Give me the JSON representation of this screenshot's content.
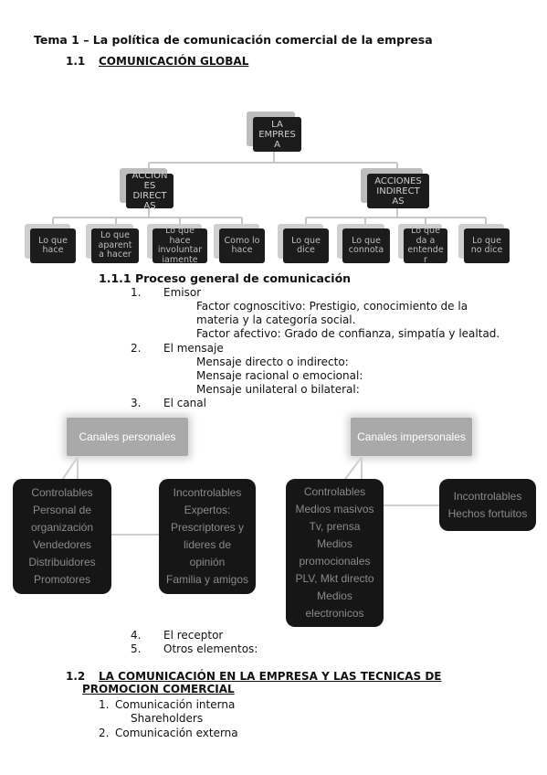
{
  "title": "Tema 1 – La política de comunicación comercial de la empresa",
  "section_1_1": {
    "num": "1.1",
    "text": "COMUNICACIÓN GLOBAL"
  },
  "org_chart": {
    "root": [
      "LA",
      "EMPRES",
      "A"
    ],
    "left": [
      "ACCION",
      "ES",
      "DIRECT",
      "AS"
    ],
    "right": [
      "ACCIONES",
      "INDIRECT",
      "AS"
    ],
    "left_children": [
      [
        "Lo que",
        "hace"
      ],
      [
        "Lo que",
        "aparent",
        "a hacer"
      ],
      [
        "Lo que",
        "hace",
        "involuntar",
        "iamente"
      ],
      [
        "Como lo",
        "hace"
      ]
    ],
    "right_children": [
      [
        "Lo que",
        "dice"
      ],
      [
        "Lo que",
        "connota"
      ],
      [
        "Lo que",
        "da a",
        "entende",
        "r"
      ],
      [
        "Lo que",
        "no dice"
      ]
    ]
  },
  "subsection_1_1_1": "1.1.1 Proceso general de comunicación",
  "process": {
    "item1": {
      "n": "1.",
      "label": "Emisor"
    },
    "item1_lines": [
      "Factor cognoscitivo: Prestigio, conocimiento de la",
      "materia y la categoría social.",
      "Factor afectivo: Grado de confianza, simpatía y lealtad."
    ],
    "item2": {
      "n": "2.",
      "label": "El mensaje"
    },
    "item2_lines": [
      "Mensaje directo o indirecto:",
      "Mensaje racional o emocional:",
      "Mensaje unilateral o bilateral:"
    ],
    "item3": {
      "n": "3.",
      "label": "El canal"
    },
    "item4": {
      "n": "4.",
      "label": "El receptor"
    },
    "item5": {
      "n": "5.",
      "label": "Otros elementos:"
    }
  },
  "channels": {
    "personal_header": "Canales personales",
    "impersonal_header": "Canales impersonales",
    "personal_controlables": [
      "Controlables",
      "Personal de",
      "organización",
      "Vendedores",
      "Distribuidores",
      "Promotores"
    ],
    "personal_incontrolables": [
      "Incontrolables",
      "Expertos:",
      "Prescriptores y",
      "lideres de",
      "opinión",
      "Familia y amigos"
    ],
    "impersonal_controlables": [
      "Controlables",
      "Medios masivos",
      "Tv, prensa",
      "Medios",
      "promocionales",
      "PLV, Mkt directo",
      "Medios",
      "electronicos"
    ],
    "impersonal_incontrolables": [
      "Incontrolables",
      "Hechos fortuitos"
    ]
  },
  "section_1_2": {
    "num": "1.2",
    "line1": "LA COMUNICACIÓN EN LA EMPRESA Y LAS TECNICAS DE",
    "line2": "PROMOCION COMERCIAL"
  },
  "list_1_2": {
    "item1": {
      "n": "1.",
      "label": "Comunicación interna"
    },
    "item1_sub": "Shareholders",
    "item2": {
      "n": "2.",
      "label": "Comunicación externa"
    }
  }
}
